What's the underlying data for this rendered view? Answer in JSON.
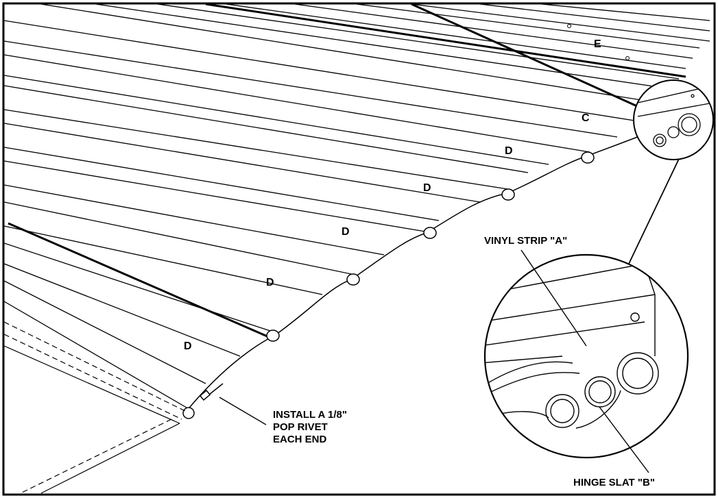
{
  "labels": {
    "section_d": "D",
    "section_c": "C",
    "section_e": "E",
    "vinyl_strip": "VINYL STRIP \"A\"",
    "hinge_slat": "HINGE SLAT \"B\"",
    "rivet_note_line1": "INSTALL A 1/8\"",
    "rivet_note_line2": "POP RIVET",
    "rivet_note_line3": "EACH END"
  },
  "colors": {
    "ink": "#000000",
    "paper": "#ffffff"
  }
}
